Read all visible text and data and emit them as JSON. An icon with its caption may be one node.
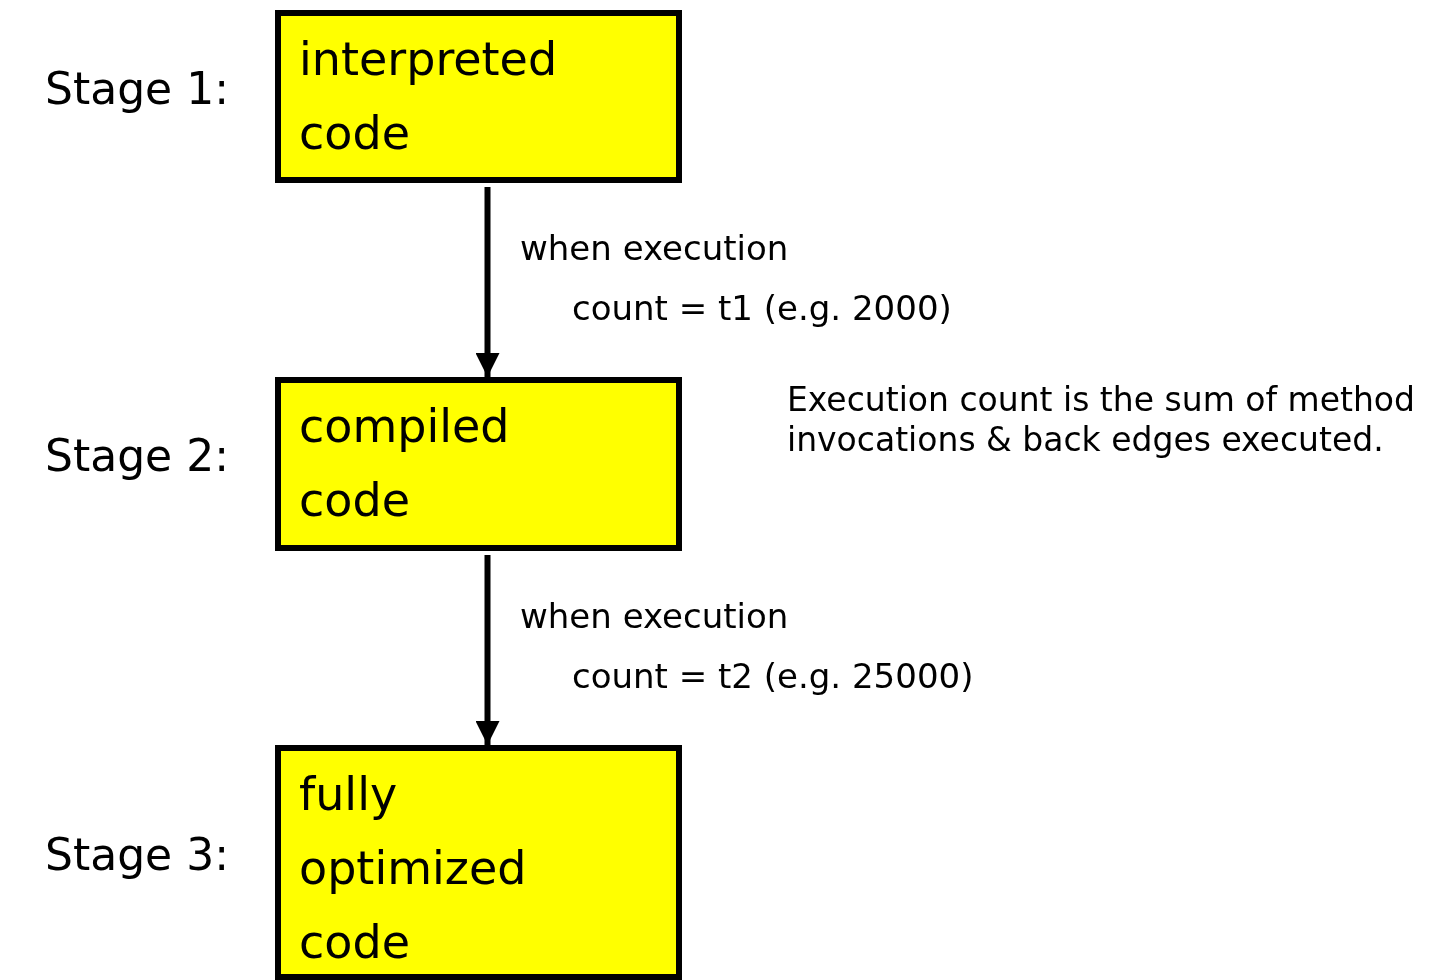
{
  "diagram": {
    "nodes": [
      {
        "text": [
          "interpreted code"
        ],
        "beside": [
          "Stage 1:"
        ]
      },
      {
        "text": [
          "compiled code"
        ],
        "beside": [
          "Stage 2:"
        ]
      },
      {
        "text": [
          "fully optimized code"
        ],
        "beside": [
          "Stage 3:"
        ]
      }
    ],
    "edges": [
      {
        "from": 0,
        "to": 1,
        "arrow": "to",
        "label": "when execution count = t1 (e.g. 2000)"
      },
      {
        "from": 1,
        "to": 2,
        "arrow": "to",
        "label": "when execution count = t2 (e.g. 25000)"
      }
    ],
    "labels": [
      "Execution count is the sum of method invocations & back edges executed."
    ]
  }
}
